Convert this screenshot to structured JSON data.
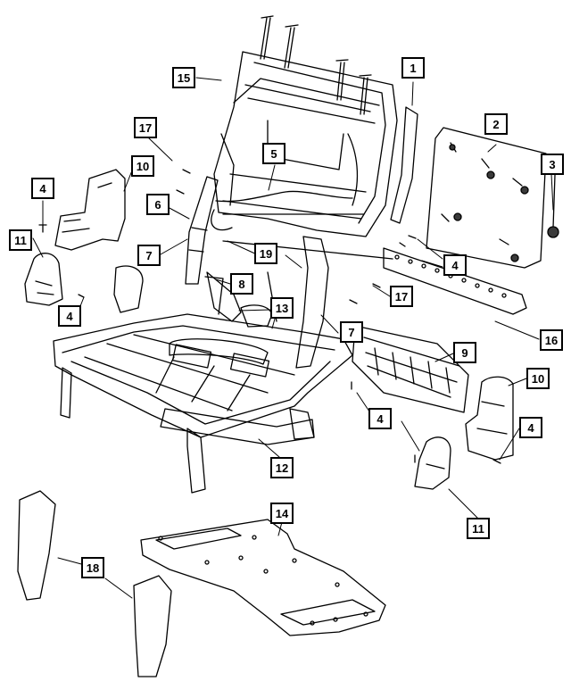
{
  "diagram": {
    "colors": {
      "line": "#000000",
      "fill": "#ffffff",
      "shade": "#3a3a3a"
    },
    "callouts": [
      {
        "id": "c15",
        "label": "15"
      },
      {
        "id": "c1",
        "label": "1"
      },
      {
        "id": "c2",
        "label": "2"
      },
      {
        "id": "c3",
        "label": "3"
      },
      {
        "id": "c17a",
        "label": "17"
      },
      {
        "id": "c5",
        "label": "5"
      },
      {
        "id": "c4a",
        "label": "4"
      },
      {
        "id": "c10a",
        "label": "10"
      },
      {
        "id": "c6",
        "label": "6"
      },
      {
        "id": "c11a",
        "label": "11"
      },
      {
        "id": "c7a",
        "label": "7"
      },
      {
        "id": "c19",
        "label": "19"
      },
      {
        "id": "c4b",
        "label": "4"
      },
      {
        "id": "c8",
        "label": "8"
      },
      {
        "id": "c17b",
        "label": "17"
      },
      {
        "id": "c4c",
        "label": "4"
      },
      {
        "id": "c13",
        "label": "13"
      },
      {
        "id": "c7b",
        "label": "7"
      },
      {
        "id": "c16",
        "label": "16"
      },
      {
        "id": "c9",
        "label": "9"
      },
      {
        "id": "c10b",
        "label": "10"
      },
      {
        "id": "c4d",
        "label": "4"
      },
      {
        "id": "c4e",
        "label": "4"
      },
      {
        "id": "c12",
        "label": "12"
      },
      {
        "id": "c11b",
        "label": "11"
      },
      {
        "id": "c14",
        "label": "14"
      },
      {
        "id": "c18",
        "label": "18"
      }
    ]
  }
}
